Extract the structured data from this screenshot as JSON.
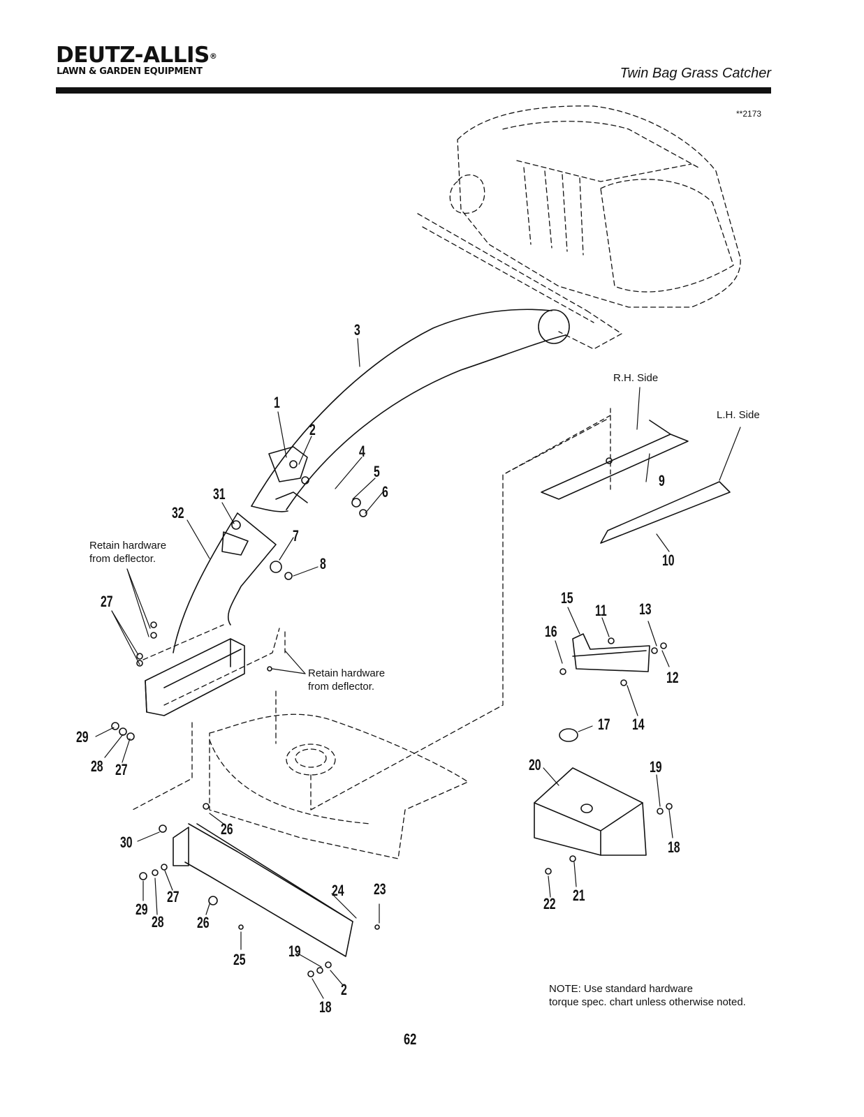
{
  "header": {
    "brand": "DEUTZ-ALLIS",
    "registered_mark": "®",
    "tagline": "LAWN & GARDEN EQUIPMENT",
    "doc_title": "Twin Bag Grass Catcher"
  },
  "figure_id": "**2173",
  "notes": {
    "rh_side": "R.H. Side",
    "lh_side": "L.H. Side",
    "retain_1_line1": "Retain hardware",
    "retain_1_line2": "from deflector.",
    "retain_2_line1": "Retain hardware",
    "retain_2_line2": "from deflector.",
    "footnote_line1": "NOTE: Use standard hardware",
    "footnote_line2": "torque spec. chart unless otherwise noted."
  },
  "callouts": {
    "c1": "1",
    "c2a": "2",
    "c3": "3",
    "c4": "4",
    "c5": "5",
    "c6": "6",
    "c7": "7",
    "c8": "8",
    "c9": "9",
    "c10": "10",
    "c11": "11",
    "c12": "12",
    "c13": "13",
    "c14": "14",
    "c15": "15",
    "c16": "16",
    "c17": "17",
    "c18a": "18",
    "c18b": "18",
    "c19a": "19",
    "c19b": "19",
    "c20": "20",
    "c21": "21",
    "c22": "22",
    "c23": "23",
    "c24": "24",
    "c25": "25",
    "c26a": "26",
    "c26b": "26",
    "c27a": "27",
    "c27b": "27",
    "c27c": "27",
    "c28a": "28",
    "c28b": "28",
    "c29a": "29",
    "c29b": "29",
    "c30": "30",
    "c31": "31",
    "c32": "32",
    "c2b": "2"
  },
  "page_number": "62"
}
